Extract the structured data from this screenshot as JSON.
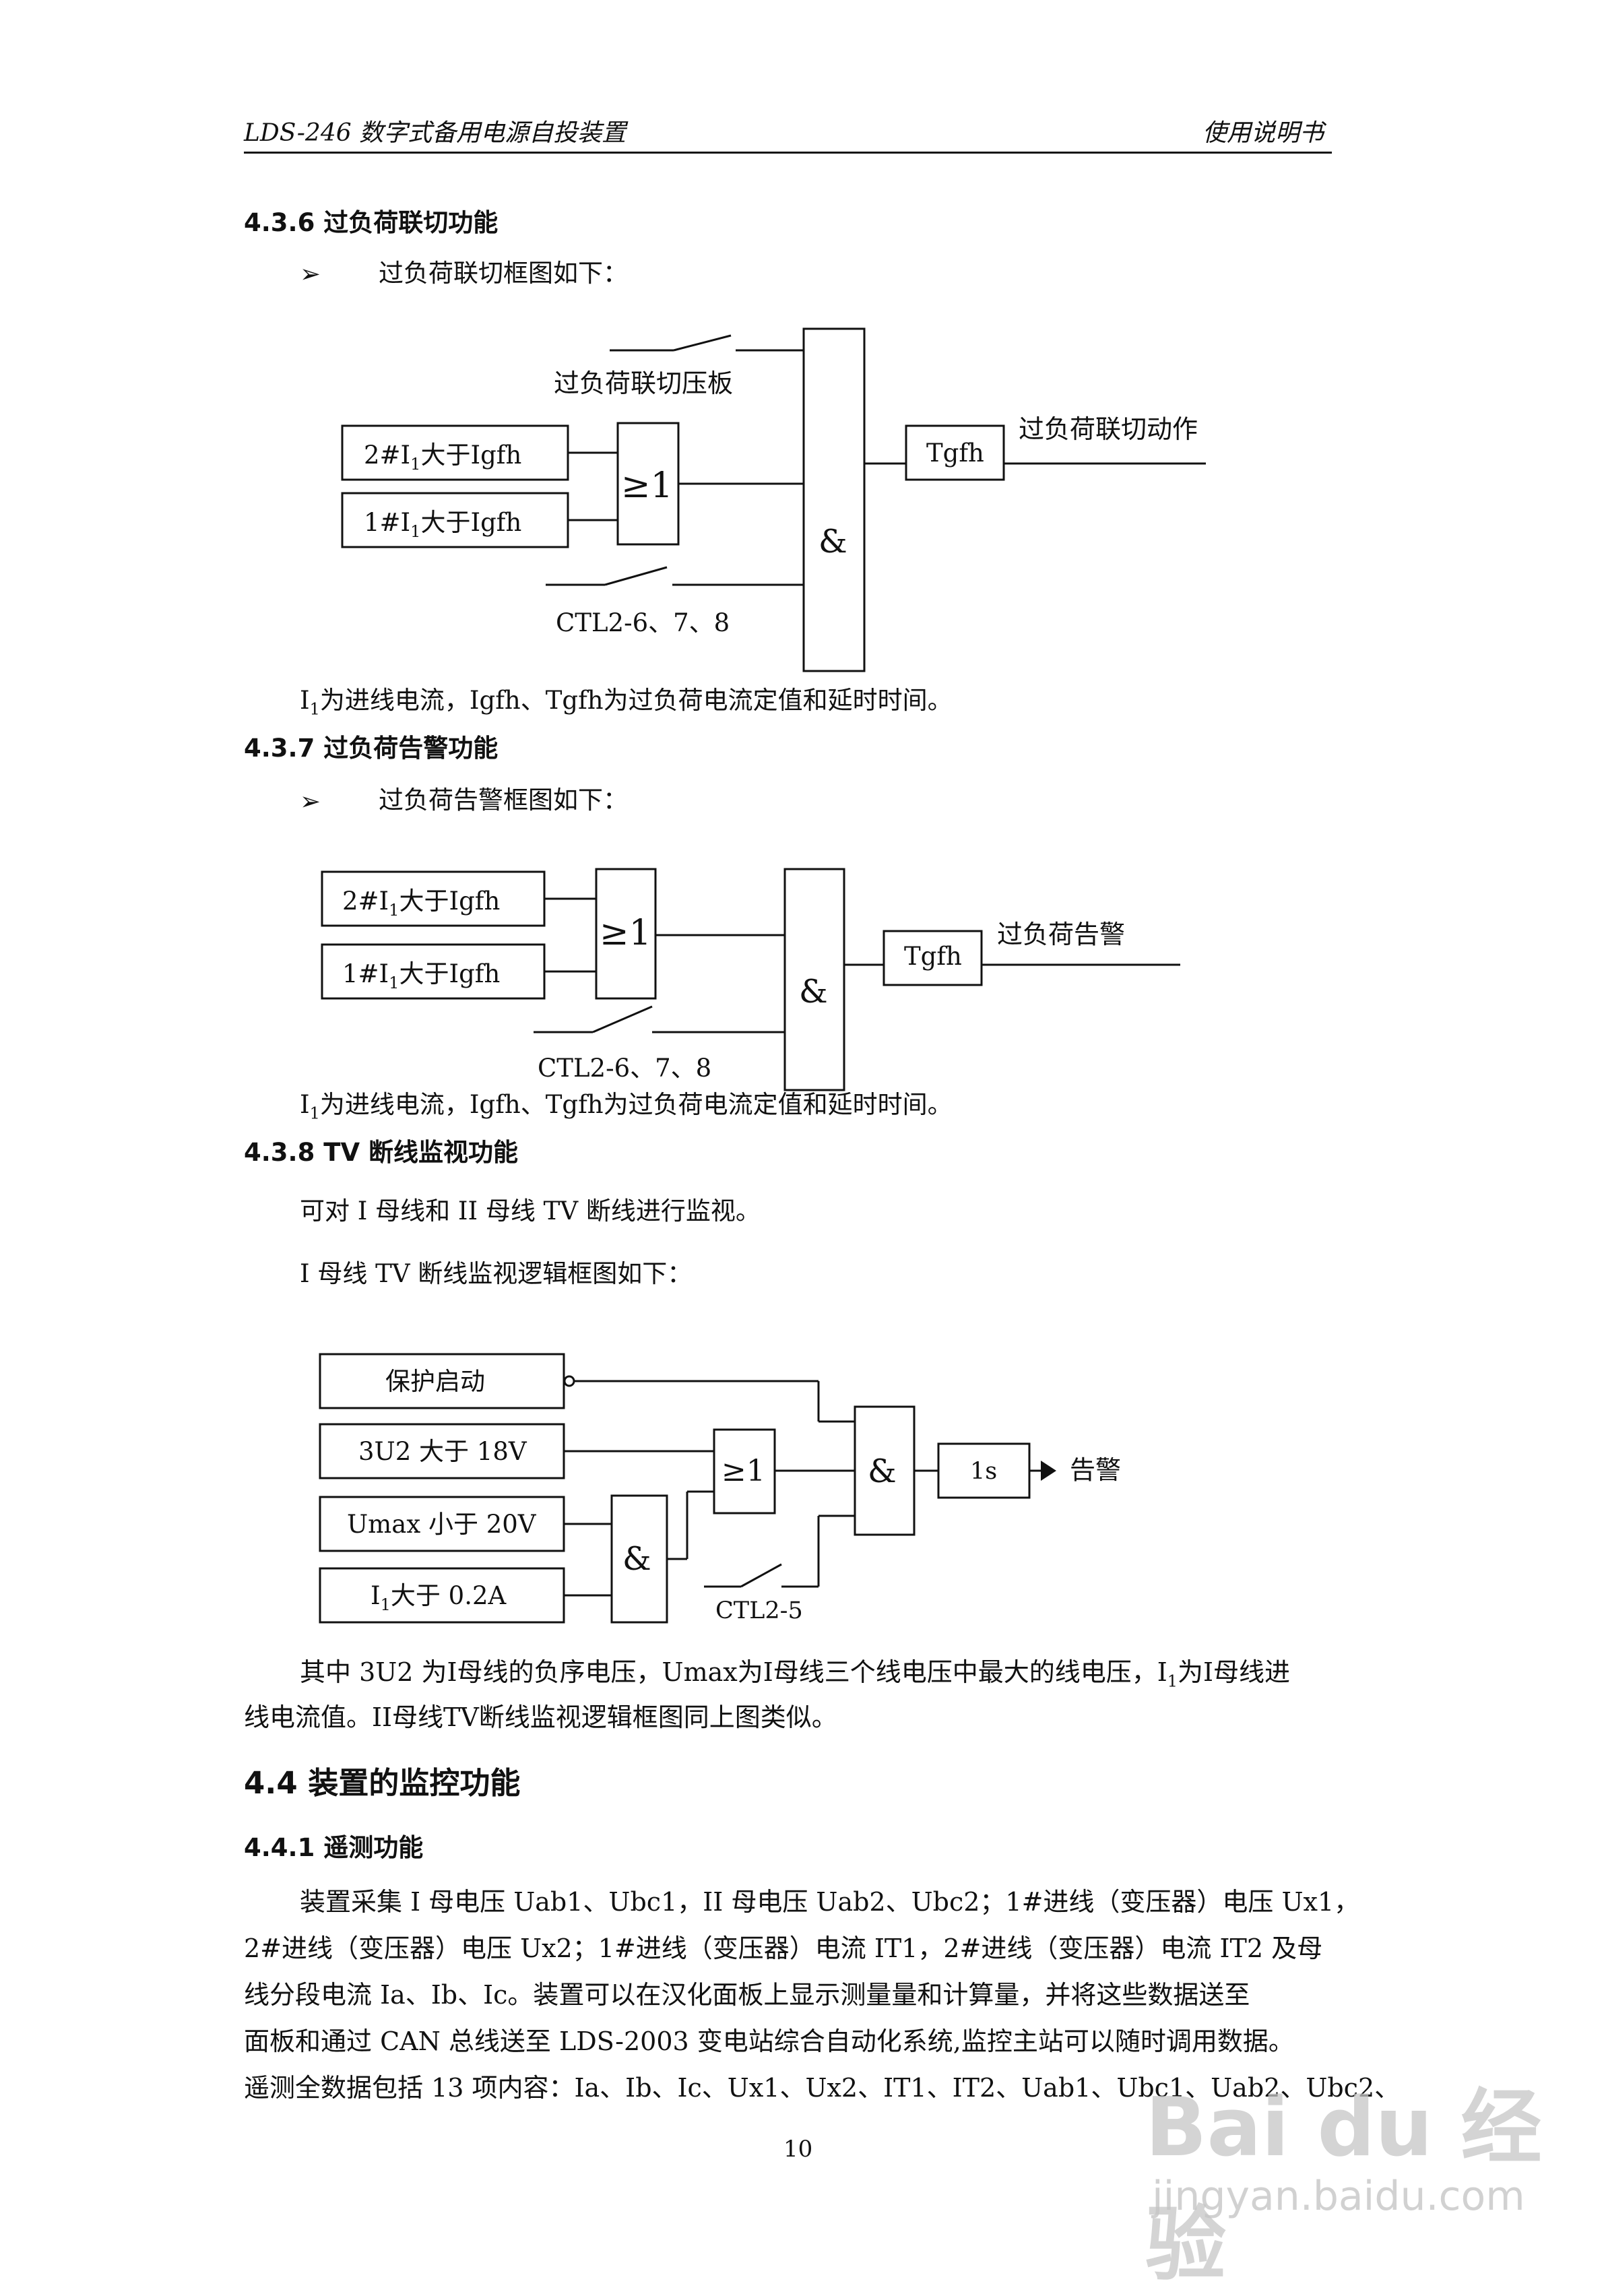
{
  "header": {
    "left": "LDS-246 数字式备用电源自投装置",
    "right": "使用说明书"
  },
  "s436": {
    "title": "4.3.6  过负荷联切功能",
    "bullet_mark": "➢",
    "bullet": "过负荷联切框图如下：",
    "d": {
      "in2": "2#I",
      "in2b": "大于Igfh",
      "in1": "1#I",
      "in1b": "大于Igfh",
      "sub": "1",
      "or": "≥1",
      "and": "&",
      "pressboard": "过负荷联切压板",
      "ctl": "CTL2-6、7、8",
      "timer": "Tgfh",
      "out": "过负荷联切动作"
    },
    "note_a": "I",
    "note_sub": "1",
    "note_b": "为进线电流，Igfh、Tgfh为过负荷电流定值和延时时间。"
  },
  "s437": {
    "title": "4.3.7  过负荷告警功能",
    "bullet_mark": "➢",
    "bullet": "过负荷告警框图如下：",
    "d": {
      "in2": "2#I",
      "in2b": "大于Igfh",
      "in1": "1#I",
      "in1b": "大于Igfh",
      "sub": "1",
      "or": "≥1",
      "and": "&",
      "ctl": "CTL2-6、7、8",
      "timer": "Tgfh",
      "out": "过负荷告警"
    },
    "note_a": "I",
    "note_sub": "1",
    "note_b": "为进线电流，Igfh、Tgfh为过负荷电流定值和延时时间。"
  },
  "s438": {
    "title": "4.3.8    TV 断线监视功能",
    "p1": "可对 I 母线和 II 母线 TV 断线进行监视。",
    "p2": "I 母线 TV 断线监视逻辑框图如下：",
    "d": {
      "b1": "保护启动",
      "b2": "3U2 大于 18V",
      "b3": "Umax 小于 20V",
      "b4a": "I",
      "b4sub": "1",
      "b4b": "大于 0.2A",
      "or": "≥1",
      "and1": "&",
      "and2": "&",
      "timer": "1s",
      "out": "告警",
      "ctl": "CTL2-5"
    },
    "p3a": "其中 3U2 为I母线的负序电压，Umax为I母线三个线电压中最大的线电压，I",
    "p3sub": "1",
    "p3b": "为I母线进",
    "p3c": "线电流值。II母线TV断线监视逻辑框图同上图类似。"
  },
  "s44": {
    "title": "4.4  装置的监控功能"
  },
  "s441": {
    "title": "4.4.1  遥测功能",
    "l1": "装置采集 I 母电压 Uab1、Ubc1，II 母电压 Uab2、Ubc2；1#进线（变压器）电压 Ux1，",
    "l2": "2#进线（变压器）电压 Ux2；1#进线（变压器）电流 IT1，2#进线（变压器）电流 IT2 及母",
    "l3": "线分段电流  Ia、Ib、Ic。装置可以在汉化面板上显示测量量和计算量，并将这些数据送至",
    "l4": "面板和通过 CAN 总线送至 LDS-2003 变电站综合自动化系统,监控主站可以随时调用数据。",
    "l5": "遥测全数据包括 13 项内容：Ia、Ib、Ic、Ux1、Ux2、IT1、IT2、Uab1、Ubc1、Uab2、Ubc2、"
  },
  "footer": {
    "page": "10"
  },
  "watermark": {
    "brand": "Bai du 经验",
    "url": "jingyan.baidu.com"
  }
}
